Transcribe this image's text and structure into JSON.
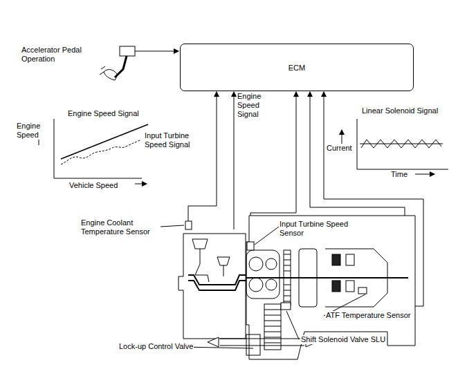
{
  "diagram": {
    "nodes": [
      {
        "text": [
          "ECM"
        ]
      }
    ],
    "labels": [
      "Accelerator Pedal Operation",
      "Engine Speed Signal",
      "Engine Speed",
      "Input Turbine Speed Signal",
      "Vehicle Speed",
      "Engine Speed Signal",
      "Linear Solenoid Signal",
      "Current",
      "Time",
      "Engine Coolant Temperature Sensor",
      "Input Turbine Speed Sensor",
      "ATF Temperature Sensor",
      "Lock-up Control Valve",
      "Shift Solenoid Valve SLU"
    ]
  }
}
